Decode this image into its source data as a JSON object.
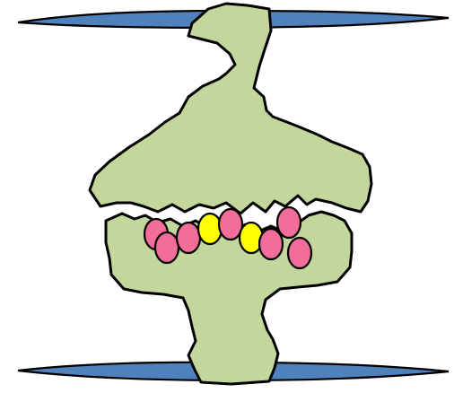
{
  "colors": {
    "background": "#ffffff",
    "blob_fill": "#c3d69b",
    "outline": "#000000",
    "plate_fill": "#4f81bd",
    "bead_pink": "#f26d9a",
    "bead_yellow": "#ffff00"
  },
  "beads": [
    {
      "index": 1,
      "color": "pink"
    },
    {
      "index": 2,
      "color": "pink"
    },
    {
      "index": 3,
      "color": "pink"
    },
    {
      "index": 4,
      "color": "yellow"
    },
    {
      "index": 5,
      "color": "pink"
    },
    {
      "index": 6,
      "color": "yellow"
    },
    {
      "index": 7,
      "color": "pink"
    },
    {
      "index": 8,
      "color": "pink"
    },
    {
      "index": 9,
      "color": "pink"
    }
  ]
}
